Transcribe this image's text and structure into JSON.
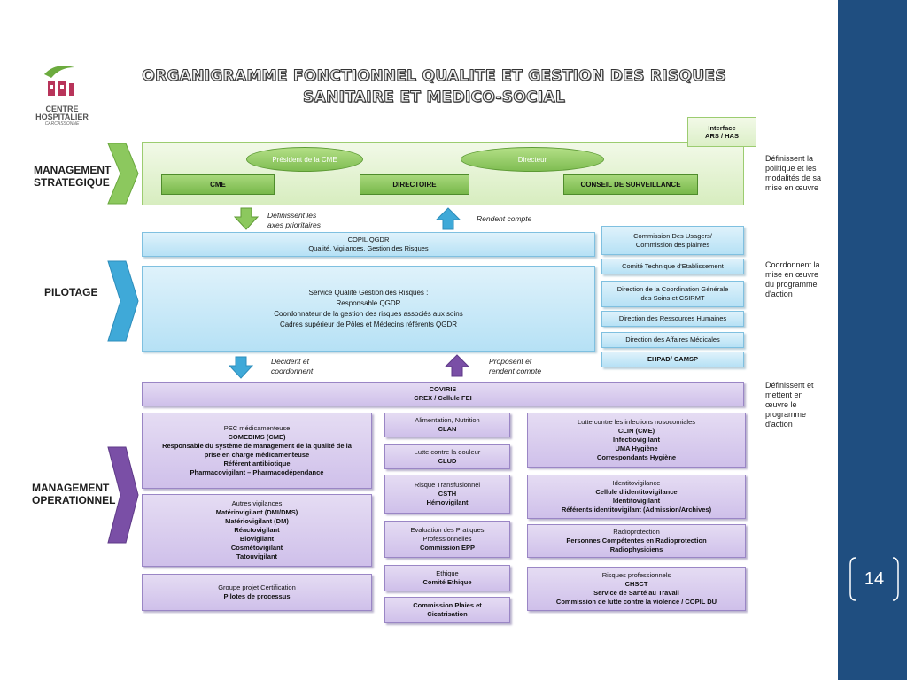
{
  "logo": {
    "line1": "CENTRE",
    "line2": "HOSPITALIER",
    "line3": "CARCASSONNE"
  },
  "title": {
    "line1": "ORGANIGRAMME FONCTIONNEL QUALITE ET GESTION DES RISQUES",
    "line2": "SANITAIRE ET MEDICO-SOCIAL"
  },
  "interface": {
    "line1": "Interface",
    "line2": "ARS / HAS"
  },
  "bands": {
    "strategic": {
      "line1": "MANAGEMENT",
      "line2": "STRATEGIQUE"
    },
    "pilotage": {
      "line1": "PILOTAGE"
    },
    "operational": {
      "line1": "MANAGEMENT",
      "line2": "OPERATIONNEL"
    }
  },
  "strategic": {
    "ovals": [
      "Président de la CME",
      "Directeur"
    ],
    "buttons": [
      "CME",
      "DIRECTOIRE",
      "CONSEIL DE SURVEILLANCE"
    ]
  },
  "side_notes": {
    "strategic": [
      "Définissent la",
      "politique et les",
      "modalités de sa",
      "mise en œuvre"
    ],
    "pilotage": [
      "Coordonnent la",
      "mise en œuvre",
      "du programme",
      "d'action"
    ],
    "operational": [
      "Définissent et",
      "mettent en",
      "œuvre le",
      "programme",
      "d'action"
    ]
  },
  "arrows": {
    "down1": [
      "Définissent les",
      "axes prioritaires"
    ],
    "up1": [
      "Rendent compte"
    ],
    "down2": [
      "Décident et",
      "coordonnent"
    ],
    "up2": [
      "Proposent et",
      "rendent compte"
    ]
  },
  "pilotage": {
    "copil": {
      "title": "COPIL QGDR",
      "sub": "Qualité, Vigilances, Gestion des Risques"
    },
    "service": {
      "title": "Service Qualité Gestion des Risques :",
      "l1": "Responsable QGDR",
      "l2": "Coordonnateur de la gestion des risques associés aux soins",
      "l3": "Cadres supérieur de Pôles et Médecins référents QGDR"
    },
    "right_boxes": [
      [
        "Commission Des Usagers/",
        "Commission des plaintes"
      ],
      [
        "Comité Technique d'Etablissement"
      ],
      [
        "Direction de la Coordination Générale",
        "des Soins et CSIRMT"
      ],
      [
        "Direction des Ressources Humaines"
      ],
      [
        "Direction des Affaires Médicales"
      ],
      [
        "EHPAD/ CAMSP"
      ]
    ]
  },
  "coviris": {
    "l1": "COVIRIS",
    "l2": "CREX / Cellule FEI"
  },
  "op": {
    "pec": {
      "head": "PEC médicamenteuse",
      "l1": "COMEDIMS (CME)",
      "l2": "Responsable du système de management de la qualité de la",
      "l3": "prise en charge médicamenteuse",
      "l4": "Référent antibiotique",
      "l5": "Pharmacovigilant – Pharmacodépendance"
    },
    "vig": {
      "head": "Autres vigilances",
      "l1": "Matériovigilant (DMI/DMS)",
      "l2": "Matériovigilant (DM)",
      "l3": "Réactovigilant",
      "l4": "Biovigilant",
      "l5": "Cosmétovigilant",
      "l6": "Tatouvigilant"
    },
    "cert": {
      "head": "Groupe projet Certification",
      "l1": "Pilotes de processus"
    },
    "alim": {
      "head": "Alimentation, Nutrition",
      "l1": "CLAN"
    },
    "douleur": {
      "head": "Lutte contre la douleur",
      "l1": "CLUD"
    },
    "transf": {
      "head": "Risque Transfusionnel",
      "l1": "CSTH",
      "l2": "Hémovigilant"
    },
    "epp": {
      "head": "Evaluation des Pratiques",
      "head2": "Professionnelles",
      "l1": "Commission EPP"
    },
    "ethique": {
      "head": "Ethique",
      "l1": "Comité Ethique"
    },
    "plaies": {
      "l1": "Commission Plaies et",
      "l2": "Cicatrisation"
    },
    "infect": {
      "head": "Lutte contre les infections nosocomiales",
      "l1": "CLIN (CME)",
      "l2": "Infectiovigilant",
      "l3": "UMA Hygiène",
      "l4": "Correspondants Hygiène"
    },
    "ident": {
      "head": "Identitovigilance",
      "l1": "Cellule d'identitovigilance",
      "l2": "Identitovigilant",
      "l3": "Référents identitovigilant (Admission/Archives)"
    },
    "radio": {
      "head": "Radioprotection",
      "l1": "Personnes Compétentes en Radioprotection",
      "l2": "Radiophysiciens"
    },
    "prof": {
      "head": "Risques professionnels",
      "l1": "CHSCT",
      "l2": "Service de Santé au Travail",
      "l3": "Commission de lutte contre la violence / COPIL DU"
    }
  },
  "page_number": "14",
  "colors": {
    "green": "#8cc85e",
    "blue": "#3fa9d8",
    "purple": "#7a4fa6",
    "sidebar": "#1f4e80"
  }
}
